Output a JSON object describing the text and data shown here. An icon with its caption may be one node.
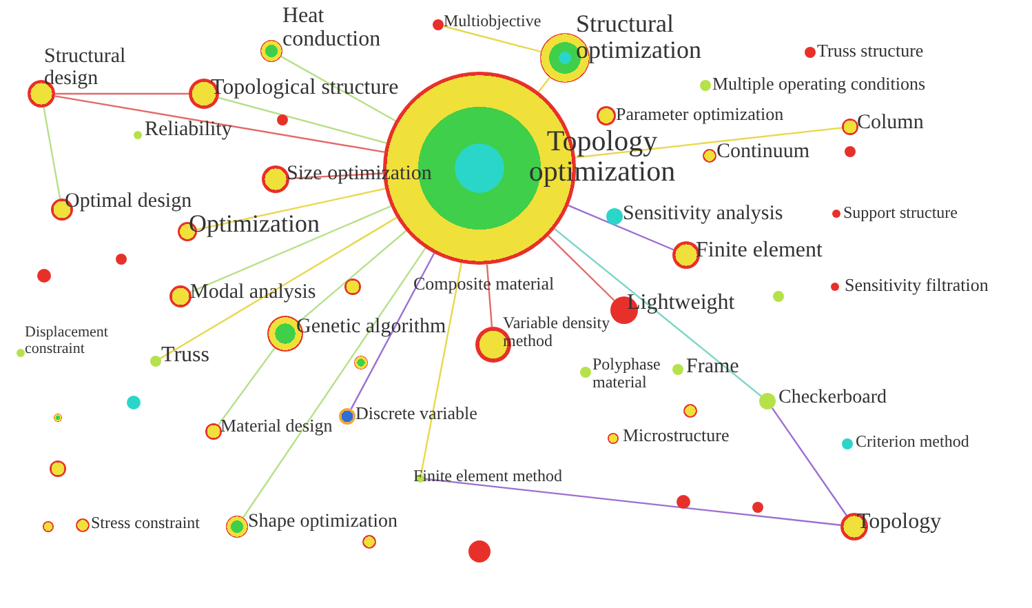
{
  "diagram": {
    "nodes": [
      {
        "text": [
          "Heat conduction"
        ]
      },
      {
        "text": [
          "Multiobjective"
        ]
      },
      {
        "text": [
          "Structural optimization"
        ]
      },
      {
        "text": [
          "Truss structure"
        ]
      },
      {
        "text": [
          "Structural design"
        ]
      },
      {
        "text": [
          "Topological structure"
        ]
      },
      {
        "text": [
          "Multiple operating conditions"
        ]
      },
      {
        "text": [
          "Parameter optimization"
        ]
      },
      {
        "text": [
          "Column"
        ]
      },
      {
        "text": [
          "Reliability"
        ]
      },
      {
        "text": [
          "Topology optimization"
        ]
      },
      {
        "text": [
          "Continuum"
        ]
      },
      {
        "text": [
          "Size optimization"
        ]
      },
      {
        "text": [
          "Optimal design"
        ]
      },
      {
        "text": [
          "Optimization"
        ]
      },
      {
        "text": [
          "Sensitivity analysis"
        ]
      },
      {
        "text": [
          "Support structure"
        ]
      },
      {
        "text": [
          "Finite element"
        ]
      },
      {
        "text": [
          "Modal analysis"
        ]
      },
      {
        "text": [
          "Composite material"
        ]
      },
      {
        "text": [
          "Lightweight"
        ]
      },
      {
        "text": [
          "Sensitivity filtration"
        ]
      },
      {
        "text": [
          "Displacement constraint"
        ]
      },
      {
        "text": [
          "Truss"
        ]
      },
      {
        "text": [
          "Genetic algorithm"
        ]
      },
      {
        "text": [
          "Variable density method"
        ]
      },
      {
        "text": [
          "Polyphase material"
        ]
      },
      {
        "text": [
          "Frame"
        ]
      },
      {
        "text": [
          "Checkerboard"
        ]
      },
      {
        "text": [
          "Discrete variable"
        ]
      },
      {
        "text": [
          "Material design"
        ]
      },
      {
        "text": [
          "Microstructure"
        ]
      },
      {
        "text": [
          "Criterion method"
        ]
      },
      {
        "text": [
          "Finite element method"
        ]
      },
      {
        "text": [
          "Stress constraint"
        ]
      },
      {
        "text": [
          "Shape optimization"
        ]
      },
      {
        "text": [
          "Topology"
        ]
      },
      {
        "text": [],
        "shape": "circle"
      },
      {
        "text": [],
        "shape": "circle"
      },
      {
        "text": [],
        "shape": "circle"
      },
      {
        "text": [],
        "shape": "circle"
      },
      {
        "text": [],
        "shape": "circle"
      },
      {
        "text": [],
        "shape": "circle"
      },
      {
        "text": [],
        "shape": "circle"
      },
      {
        "text": [],
        "shape": "circle"
      },
      {
        "text": [],
        "shape": "circle"
      },
      {
        "text": [],
        "shape": "circle"
      },
      {
        "text": [],
        "shape": "circle"
      },
      {
        "text": [],
        "shape": "circle"
      },
      {
        "text": [],
        "shape": "circle"
      },
      {
        "text": [],
        "shape": "circle"
      },
      {
        "text": [],
        "shape": "circle"
      }
    ],
    "edges": [
      {
        "from": 10,
        "to": 0,
        "arrow": "none",
        "color": "#b7e08a"
      },
      {
        "from": 10,
        "to": 2,
        "arrow": "none",
        "color": "#e8d84a"
      },
      {
        "from": 10,
        "to": 4,
        "arrow": "none",
        "color": "#e46a6a"
      },
      {
        "from": 10,
        "to": 5,
        "arrow": "none",
        "color": "#b7e08a"
      },
      {
        "from": 10,
        "to": 8,
        "arrow": "none",
        "color": "#e8d84a"
      },
      {
        "from": 10,
        "to": 12,
        "arrow": "none",
        "color": "#e46a6a"
      },
      {
        "from": 13,
        "to": 4,
        "arrow": "none",
        "color": "#b7e08a"
      },
      {
        "from": 10,
        "to": 14,
        "arrow": "none",
        "color": "#e8d84a"
      },
      {
        "from": 10,
        "to": 17,
        "arrow": "none",
        "color": "#9b6fd0"
      },
      {
        "from": 10,
        "to": 18,
        "arrow": "none",
        "color": "#b7e08a"
      },
      {
        "from": 10,
        "to": 20,
        "arrow": "none",
        "color": "#e46a6a"
      },
      {
        "from": 10,
        "to": 23,
        "arrow": "none",
        "color": "#e8d84a"
      },
      {
        "from": 10,
        "to": 24,
        "arrow": "none",
        "color": "#b7e08a"
      },
      {
        "from": 10,
        "to": 25,
        "arrow": "none",
        "color": "#e46a6a"
      },
      {
        "from": 10,
        "to": 28,
        "arrow": "none",
        "color": "#7fd6c9"
      },
      {
        "from": 10,
        "to": 29,
        "arrow": "none",
        "color": "#9b6fd0"
      },
      {
        "from": 10,
        "to": 33,
        "arrow": "none",
        "color": "#e8d84a"
      },
      {
        "from": 10,
        "to": 35,
        "arrow": "none",
        "color": "#b7e08a"
      },
      {
        "from": 28,
        "to": 36,
        "arrow": "none",
        "color": "#9b6fd0"
      },
      {
        "from": 2,
        "to": 1,
        "arrow": "none",
        "color": "#e8d84a"
      },
      {
        "from": 36,
        "to": 33,
        "arrow": "none",
        "color": "#9b6fd0"
      },
      {
        "from": 5,
        "to": 4,
        "arrow": "none",
        "color": "#e46a6a"
      },
      {
        "from": 24,
        "to": 30,
        "arrow": "none",
        "color": "#b7e08a"
      }
    ]
  }
}
